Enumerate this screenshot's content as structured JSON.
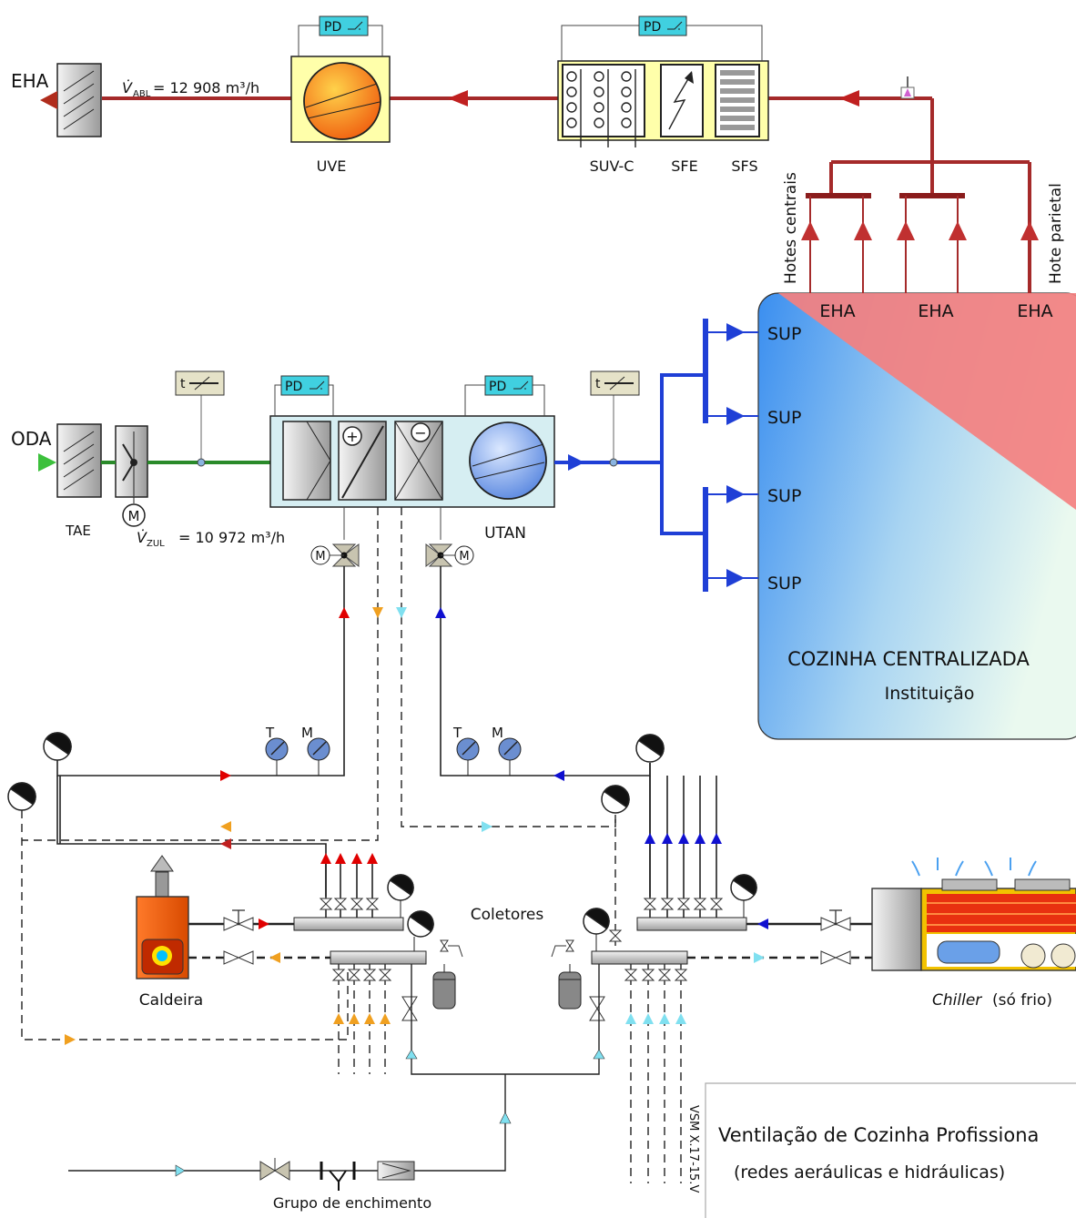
{
  "exhaust": {
    "outlet_label": "EHA",
    "flow_symbol": "V̇",
    "flow_subscript": "ABL",
    "flow_value": "= 12 908 m³/h",
    "fan_label": "UVE",
    "filter_labels": [
      "SUV-C",
      "SFE",
      "SFS"
    ],
    "pd_label": "PD",
    "hood_central_label": "Hotes centrais",
    "hood_wall_label": "Hote parietal"
  },
  "supply": {
    "inlet_label": "ODA",
    "damper_label": "TAE",
    "motor_label": "M",
    "flow_symbol": "V̇",
    "flow_subscript": "ZUL",
    "flow_value": "= 10 972 m³/h",
    "ahu_label": "UTAN",
    "pd_label": "PD",
    "temp_sensor_label": "t",
    "heat_sign": "+",
    "cool_sign": "−"
  },
  "kitchen": {
    "exhaust_labels": [
      "EHA",
      "EHA",
      "EHA"
    ],
    "supply_labels": [
      "SUP",
      "SUP",
      "SUP",
      "SUP"
    ],
    "title": "COZINHA CENTRALIZADA",
    "subtitle": "Instituição"
  },
  "hydraulics": {
    "gauge_labels": [
      "T",
      "M",
      "T",
      "M"
    ],
    "collectors_label": "Coletores",
    "boiler_label": "Caldeira",
    "chiller_label": "Chiller",
    "chiller_note": "(só frio)",
    "fill_group_label": "Grupo de enchimento"
  },
  "title_block": {
    "title": "Ventilação de Cozinha Profissiona",
    "subtitle": "(redes aeráulicas e hidráulicas)",
    "code": "VSM X.17-15.V"
  },
  "colors": {
    "exhaust_duct": "#a52a2a",
    "supply_duct": "#1f3fd6",
    "outdoor_duct": "#2a8a2a",
    "hot_supply": "#e00000",
    "hot_return": "#f0a020",
    "chilled_supply": "#1010d0",
    "chilled_return": "#80e0f0",
    "unit_fill": "#ffffaa",
    "ahu_fill": "#d6eef2",
    "pd_box": "#40d0e0"
  }
}
